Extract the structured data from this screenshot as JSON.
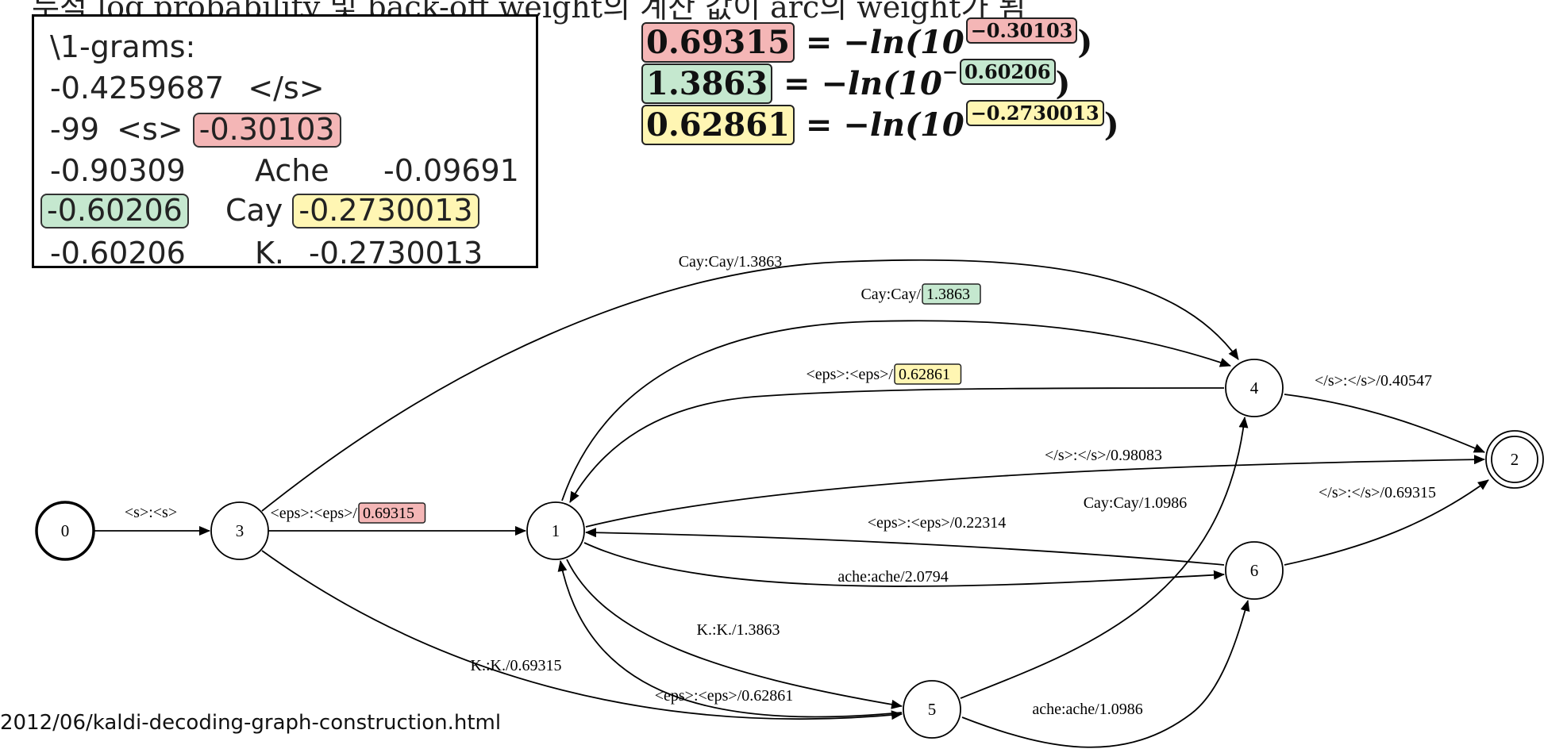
{
  "caption": "누적 log probability 및 back-off weight의 계산 값이 arc의 weight가 됨",
  "ngram_box": {
    "header": "\\1-grams:",
    "rows": [
      {
        "a": "-0.4259687",
        "b": "</s>",
        "c": ""
      },
      {
        "a": "-99",
        "b": "<s>",
        "c": "-0.30103"
      },
      {
        "a": "-0.90309",
        "b": "Ache",
        "c": "-0.09691"
      },
      {
        "a": "-0.60206",
        "b": "Cay",
        "c": "-0.2730013"
      },
      {
        "a": "-0.60206",
        "b": "K.",
        "c": "-0.2730013"
      }
    ]
  },
  "formulas": [
    {
      "result": "0.69315",
      "expr": "= −ln(10",
      "exponent": "−0.30103",
      "close": ")",
      "color": "#f4b6b6"
    },
    {
      "result": "1.3863",
      "expr": "= −ln(10",
      "minus": "−",
      "exponent": "0.60206",
      "close": ")",
      "color": "#c5e8cf"
    },
    {
      "result": "0.62861",
      "expr": "= −ln(10",
      "exponent": "−0.2730013",
      "close": ")",
      "color": "#fff6b3"
    }
  ],
  "graph": {
    "nodes": [
      {
        "id": "0",
        "label": "0",
        "final": false
      },
      {
        "id": "3",
        "label": "3",
        "final": false
      },
      {
        "id": "1",
        "label": "1",
        "final": false
      },
      {
        "id": "4",
        "label": "4",
        "final": false
      },
      {
        "id": "6",
        "label": "6",
        "final": false
      },
      {
        "id": "5",
        "label": "5",
        "final": false
      },
      {
        "id": "2",
        "label": "2",
        "final": true
      }
    ],
    "edges": [
      {
        "from": "0",
        "to": "3",
        "label": "<s>:<s>"
      },
      {
        "from": "3",
        "to": "1",
        "label": "<eps>:<eps>/",
        "hl": "0.69315",
        "hl_color": "#f4b6b6"
      },
      {
        "from": "3",
        "to": "4",
        "label": "Cay:Cay/1.3863"
      },
      {
        "from": "3",
        "to": "5",
        "label": "K.:K./0.69315"
      },
      {
        "from": "1",
        "to": "4",
        "label": "Cay:Cay/",
        "hl": "1.3863",
        "hl_color": "#c5e8cf"
      },
      {
        "from": "4",
        "to": "1",
        "label": "<eps>:<eps>/",
        "hl": "0.62861",
        "hl_color": "#fff6b3"
      },
      {
        "from": "4",
        "to": "2",
        "label": "</s>:</s>/0.40547"
      },
      {
        "from": "1",
        "to": "2",
        "label": "</s>:</s>/0.98083"
      },
      {
        "from": "6",
        "to": "1",
        "label": "<eps>:<eps>/0.22314"
      },
      {
        "from": "1",
        "to": "6",
        "label": "ache:ache/2.0794"
      },
      {
        "from": "6",
        "to": "2",
        "label": "</s>:</s>/0.69315"
      },
      {
        "from": "5",
        "to": "4",
        "label": "Cay:Cay/1.0986"
      },
      {
        "from": "1",
        "to": "5",
        "label": "K.:K./1.3863"
      },
      {
        "from": "5",
        "to": "1",
        "label": "<eps>:<eps>/0.62861"
      },
      {
        "from": "5",
        "to": "6",
        "label": "ache:ache/1.0986"
      }
    ]
  },
  "source_url": "2012/06/kaldi-decoding-graph-construction.html"
}
